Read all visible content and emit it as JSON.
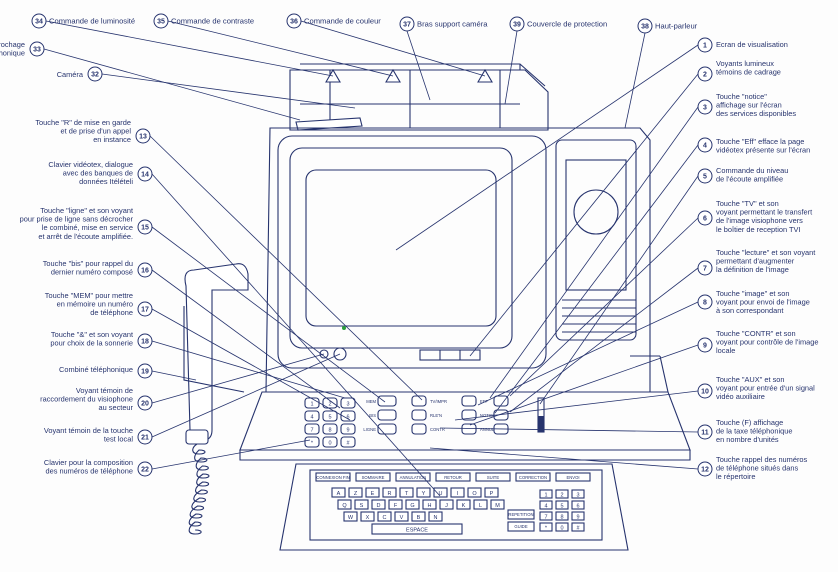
{
  "top": [
    {
      "n": "34",
      "t": "Commande de luminosité"
    },
    {
      "n": "35",
      "t": "Commande de contraste"
    },
    {
      "n": "36",
      "t": "Commande de couleur"
    },
    {
      "n": "37",
      "t": "Bras support caméra"
    },
    {
      "n": "39",
      "t": "Couvercle de protection"
    },
    {
      "n": "38",
      "t": "Haut-parleur"
    }
  ],
  "left": [
    {
      "n": "33",
      "lines": [
        "Support d'accrochage",
        "du combiné téléphonique"
      ]
    },
    {
      "n": "32",
      "lines": [
        "Caméra"
      ]
    },
    {
      "n": "13",
      "lines": [
        "Touche \"R\" de mise en garde",
        "et de prise d'un appel",
        "en instance"
      ]
    },
    {
      "n": "14",
      "lines": [
        "Clavier vidéotex, dialogue",
        "avec des banques de",
        "données Itélételi"
      ]
    },
    {
      "n": "15",
      "lines": [
        "Touche \"ligne\" et son voyant",
        "pour prise de ligne sans décrocher",
        "le combiné, mise en service",
        "et arrêt de l'écoute amplifiée."
      ]
    },
    {
      "n": "16",
      "lines": [
        "Touche \"bis\" pour rappel du",
        "dernier numéro composé"
      ]
    },
    {
      "n": "17",
      "lines": [
        "Touche \"MEM\" pour mettre",
        "en mémoire un numéro",
        "de téléphone"
      ]
    },
    {
      "n": "18",
      "lines": [
        "Touche \"&\" et son voyant",
        "pour choix de la sonnerie"
      ]
    },
    {
      "n": "19",
      "lines": [
        "Combiné téléphonique"
      ]
    },
    {
      "n": "20",
      "lines": [
        "Voyant témoin de",
        "raccordement du visiophone",
        "au secteur"
      ]
    },
    {
      "n": "21",
      "lines": [
        "Voyant témoin de la touche",
        "test local"
      ]
    },
    {
      "n": "22",
      "lines": [
        "Clavier pour la composition",
        "des numéros de téléphone"
      ]
    }
  ],
  "right": [
    {
      "n": "1",
      "lines": [
        "Ecran de visualisation"
      ]
    },
    {
      "n": "2",
      "lines": [
        "Voyants lumineux",
        "témoins de cadrage"
      ]
    },
    {
      "n": "3",
      "lines": [
        "Touche \"notice\"",
        "affichage sur l'écran",
        "des services disponibles"
      ]
    },
    {
      "n": "4",
      "lines": [
        "Touche \"Eff\" efface la page",
        "vidéotex présente sur l'écran"
      ]
    },
    {
      "n": "5",
      "lines": [
        "Commande du niveau",
        "de l'écoute amplifiée"
      ]
    },
    {
      "n": "6",
      "lines": [
        "Touche \"TV\" et son",
        "voyant permettant le transfert",
        "de l'image visiophone vers",
        "le boîtier de reception TVI"
      ]
    },
    {
      "n": "7",
      "lines": [
        "Touche \"lecture\" et son voyant",
        "permettant d'augmenter",
        "la définition de l'image"
      ]
    },
    {
      "n": "8",
      "lines": [
        "Touche \"image\" et son",
        "voyant pour envoi de l'image",
        "à son correspondant"
      ]
    },
    {
      "n": "9",
      "lines": [
        "Touche \"CONTR\" et son",
        "voyant pour contrôle de l'image",
        "locale"
      ]
    },
    {
      "n": "10",
      "lines": [
        "Touche \"AUX\" et son",
        "voyant pour entrée d'un signal",
        "vidéo auxiliaire"
      ]
    },
    {
      "n": "11",
      "lines": [
        "Touche (F) affichage",
        "de la taxe téléphonique",
        "en nombre d'unités"
      ]
    },
    {
      "n": "12",
      "lines": [
        "Touche rappel des numéros",
        "de téléphone situés dans",
        "le répertoire"
      ]
    }
  ],
  "device": {
    "keypad": [
      "1",
      "2",
      "3",
      "4",
      "5",
      "6",
      "7",
      "8",
      "9",
      "*",
      "0",
      "#"
    ],
    "panel_left": [
      "TV/IMPR",
      "RLE'N",
      "CONTR"
    ],
    "panel_right": [
      "EFF",
      "NOTICE",
      "ANNUL"
    ],
    "panel_small": [
      "MEM",
      "BIS",
      "LIGNE"
    ],
    "keyboard_top": [
      "CONNEXION FIN",
      "SOMMAIRE",
      "ANNULATION",
      "RETOUR",
      "SUITE",
      "CORRECTION",
      "ENVOI"
    ],
    "keyboard_rows": [
      [
        "A",
        "Z",
        "E",
        "R",
        "T",
        "Y",
        "U",
        "I",
        "O",
        "P"
      ],
      [
        "Q",
        "S",
        "D",
        "F",
        "G",
        "H",
        "J",
        "K",
        "L",
        "M"
      ],
      [
        "W",
        "X",
        "C",
        "V",
        "B",
        "N"
      ]
    ],
    "keyboard_num": [
      "1",
      "2",
      "3",
      "4",
      "5",
      "6",
      "7",
      "8",
      "9",
      "*",
      "0",
      "#"
    ],
    "space": "ESPACE",
    "keyboard_side": [
      "REPETITION",
      "GUIDE"
    ]
  }
}
